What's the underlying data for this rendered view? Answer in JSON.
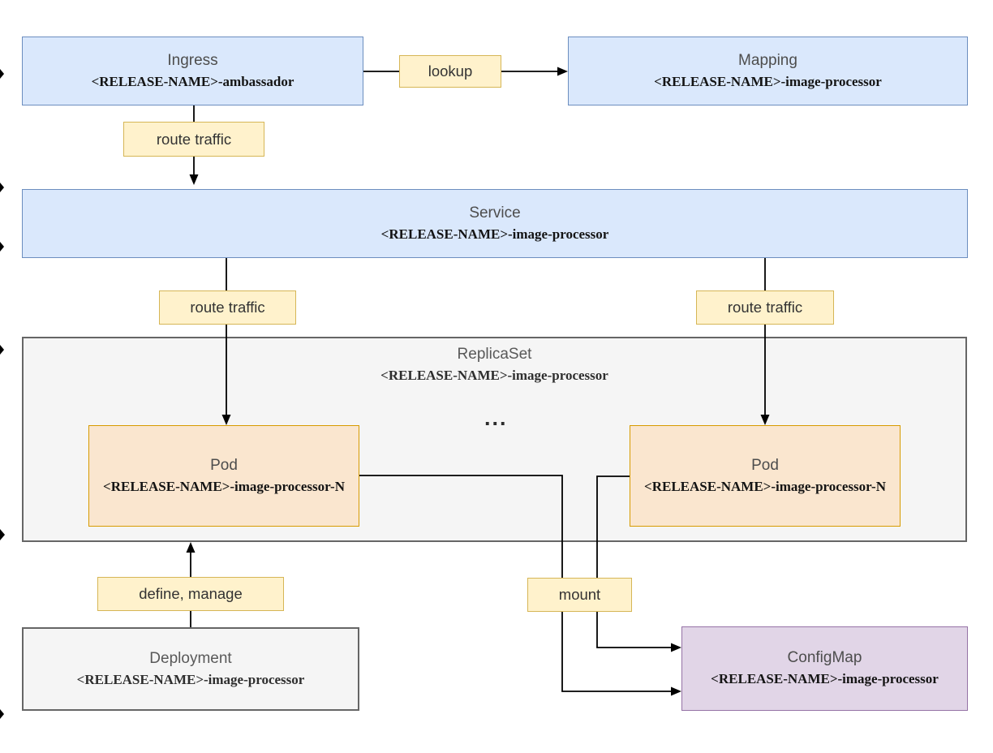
{
  "nodes": {
    "ingress": {
      "title": "Ingress",
      "subtitle": "<RELEASE-NAME>-ambassador"
    },
    "mapping": {
      "title": "Mapping",
      "subtitle": "<RELEASE-NAME>-image-processor"
    },
    "service": {
      "title": "Service",
      "subtitle": "<RELEASE-NAME>-image-processor"
    },
    "replicaset": {
      "title": "ReplicaSet",
      "subtitle": "<RELEASE-NAME>-image-processor"
    },
    "pod_left": {
      "title": "Pod",
      "subtitle": "<RELEASE-NAME>-image-processor-N"
    },
    "pod_right": {
      "title": "Pod",
      "subtitle": "<RELEASE-NAME>-image-processor-N"
    },
    "deployment": {
      "title": "Deployment",
      "subtitle": "<RELEASE-NAME>-image-processor"
    },
    "configmap": {
      "title": "ConfigMap",
      "subtitle": "<RELEASE-NAME>-image-processor"
    }
  },
  "labels": {
    "lookup": "lookup",
    "route_traffic_ingress": "route traffic",
    "route_traffic_left": "route traffic",
    "route_traffic_right": "route traffic",
    "define_manage": "define, manage",
    "mount": "mount"
  },
  "ellipsis": "...",
  "colors": {
    "blue_fill": "#dae8fc",
    "blue_border": "#6c8ebf",
    "orange_fill": "#fae6cf",
    "orange_border": "#d79b00",
    "gray_fill": "#f5f5f5",
    "gray_border": "#666666",
    "purple_fill": "#e1d5e7",
    "purple_border": "#9673a6",
    "yellow_fill": "#fff2cc",
    "yellow_border": "#d6b656",
    "line": "#000000"
  }
}
